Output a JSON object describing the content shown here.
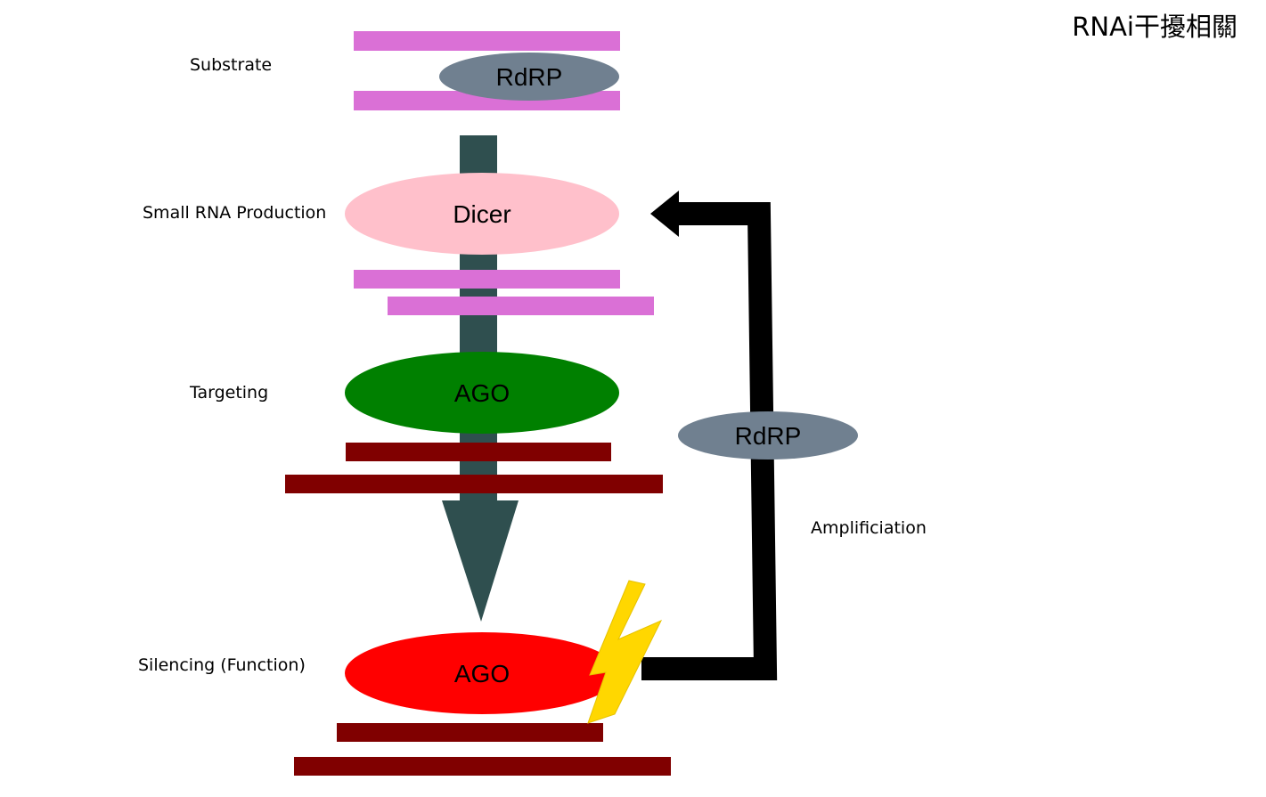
{
  "title": "RNAi干擾相關",
  "stages": {
    "substrate": "Substrate",
    "small_rna_production": "Small RNA Production",
    "targeting": "Targeting",
    "silencing": "Silencing (Function)"
  },
  "nodes": {
    "rdrp_top": "RdRP",
    "dicer": "Dicer",
    "ago_targeting": "AGO",
    "ago_silencing": "AGO",
    "rdrp_loop": "RdRP"
  },
  "loop_label": "Amplificiation",
  "colors": {
    "background": "#ffffff",
    "rna_strand_pink": "#da70d6",
    "target_strand_maroon": "#800000",
    "main_arrow": "#2f4f4f",
    "rdrp": "#708090",
    "dicer": "#ffc0cb",
    "ago_targeting": "#008000",
    "ago_silencing": "#ff0000",
    "loop_arrow": "#000000",
    "lightning": "#ffd700"
  }
}
